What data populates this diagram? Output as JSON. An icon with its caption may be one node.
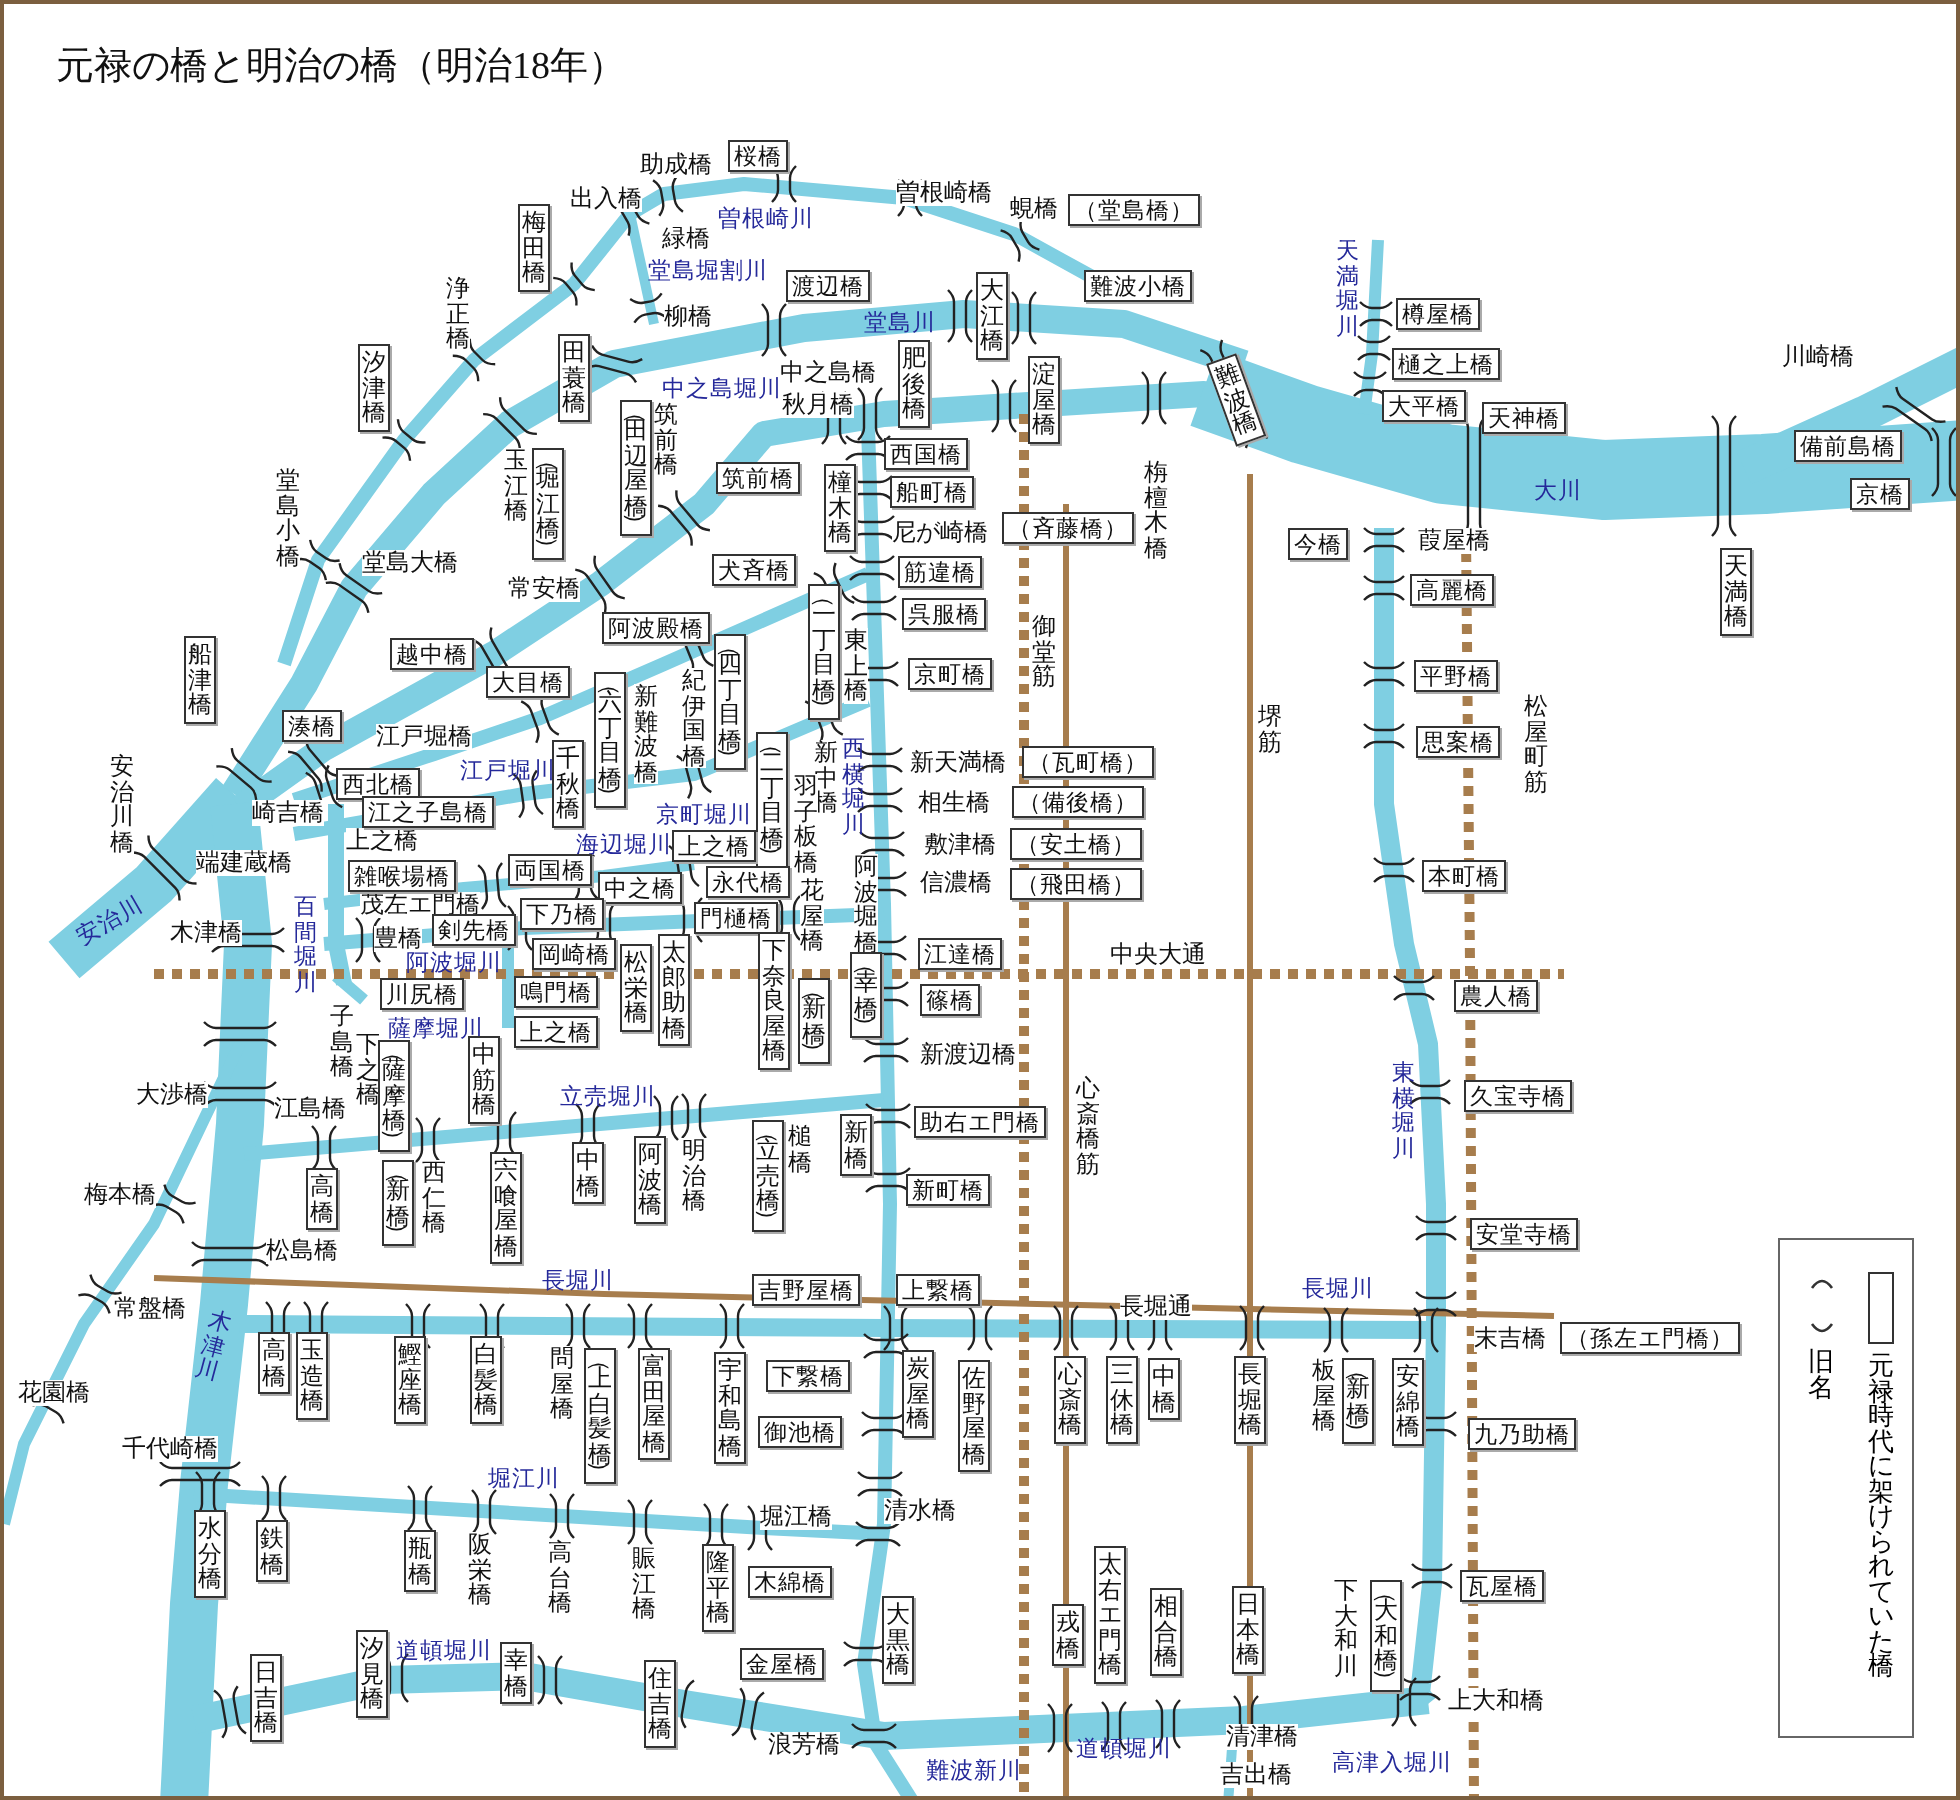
{
  "diagram": {
    "title": "元禄の橋と明治の橋（明治18年）",
    "nodes": [
      {
        "text": [
          "桜橋"
        ]
      },
      {
        "text": [
          "（堂島橋）"
        ]
      },
      {
        "text": [
          "梅田橋"
        ]
      },
      {
        "text": [
          "渡辺橋"
        ]
      },
      {
        "text": [
          "大江橋"
        ]
      },
      {
        "text": [
          "難波小橋"
        ]
      },
      {
        "text": [
          "田蓑橋"
        ]
      },
      {
        "text": [
          "肥後橋"
        ]
      },
      {
        "text": [
          "汐津橋"
        ]
      },
      {
        "text": [
          "淀屋橋"
        ]
      },
      {
        "text": [
          "難波橋"
        ]
      },
      {
        "text": [
          "（田辺屋橋）"
        ]
      },
      {
        "text": [
          "西国橋"
        ]
      },
      {
        "text": [
          "（堀江橋）"
        ]
      },
      {
        "text": [
          "筑前橋"
        ]
      },
      {
        "text": [
          "橦木橋"
        ]
      },
      {
        "text": [
          "船町橋"
        ]
      },
      {
        "text": [
          "（斉藤橋）"
        ]
      },
      {
        "text": [
          "犬斉橋"
        ]
      },
      {
        "text": [
          "筋違橋"
        ]
      },
      {
        "text": [
          "（一丁目橋）"
        ]
      },
      {
        "text": [
          "呉服橋"
        ]
      },
      {
        "text": [
          "阿波殿橋"
        ]
      },
      {
        "text": [
          "（四丁目橋）"
        ]
      },
      {
        "text": [
          "越中橋"
        ]
      },
      {
        "text": [
          "船津橋"
        ]
      },
      {
        "text": [
          "京町橋"
        ]
      },
      {
        "text": [
          "大目橋"
        ]
      },
      {
        "text": [
          "（六丁目橋）"
        ]
      },
      {
        "text": [
          "湊橋"
        ]
      },
      {
        "text": [
          "千秋橋"
        ]
      },
      {
        "text": [
          "（二丁目橋）"
        ]
      },
      {
        "text": [
          "（瓦町橋）"
        ]
      },
      {
        "text": [
          "西北橋"
        ]
      },
      {
        "text": [
          "（備後橋）"
        ]
      },
      {
        "text": [
          "江之子島橋"
        ]
      },
      {
        "text": [
          "（安土橋）"
        ]
      },
      {
        "text": [
          "上之橋"
        ]
      },
      {
        "text": [
          "雑喉場橋"
        ]
      },
      {
        "text": [
          "両国橋"
        ]
      },
      {
        "text": [
          "中之橋"
        ]
      },
      {
        "text": [
          "永代橋"
        ]
      },
      {
        "text": [
          "（飛田橋）"
        ]
      },
      {
        "text": [
          "下乃橋"
        ]
      },
      {
        "text": [
          "門樋橋"
        ]
      },
      {
        "text": [
          "剣先橋"
        ]
      },
      {
        "text": [
          "岡崎橋"
        ]
      },
      {
        "text": [
          "松栄橋"
        ]
      },
      {
        "text": [
          "太郎助橋"
        ]
      },
      {
        "text": [
          "下奈良屋橋"
        ]
      },
      {
        "text": [
          "（幸橋）"
        ]
      },
      {
        "text": [
          "江達橋"
        ]
      },
      {
        "text": [
          "川尻橋"
        ]
      },
      {
        "text": [
          "鳴門橋"
        ]
      },
      {
        "text": [
          "（新橋）"
        ]
      },
      {
        "text": [
          "篠橋"
        ]
      },
      {
        "text": [
          "上之橋"
        ]
      },
      {
        "text": [
          "（薩摩橋）"
        ]
      },
      {
        "text": [
          "中筋橋"
        ]
      },
      {
        "text": [
          "助右エ門橋"
        ]
      },
      {
        "text": [
          "（立売橋）"
        ]
      },
      {
        "text": [
          "新橋"
        ]
      },
      {
        "text": [
          "中橋"
        ]
      },
      {
        "text": [
          "阿波橋"
        ]
      },
      {
        "text": [
          "宍喰屋橋"
        ]
      },
      {
        "text": [
          "（新橋）"
        ]
      },
      {
        "text": [
          "高橋"
        ]
      },
      {
        "text": [
          "新町橋"
        ]
      },
      {
        "text": [
          "吉野屋橋"
        ]
      },
      {
        "text": [
          "上繋橋"
        ]
      },
      {
        "text": [
          "（孫左エ門橋）"
        ]
      },
      {
        "text": [
          "高橋"
        ]
      },
      {
        "text": [
          "玉造橋"
        ]
      },
      {
        "text": [
          "鰹座橋"
        ]
      },
      {
        "text": [
          "白髪橋"
        ]
      },
      {
        "text": [
          "（上白髪橋）"
        ]
      },
      {
        "text": [
          "富田屋橋"
        ]
      },
      {
        "text": [
          "宇和島橋"
        ]
      },
      {
        "text": [
          "下繋橋"
        ]
      },
      {
        "text": [
          "炭屋橋"
        ]
      },
      {
        "text": [
          "佐野屋橋"
        ]
      },
      {
        "text": [
          "心斎橋"
        ]
      },
      {
        "text": [
          "三休橋"
        ]
      },
      {
        "text": [
          "中橋"
        ]
      },
      {
        "text": [
          "長堀橋"
        ]
      },
      {
        "text": [
          "（新橋）"
        ]
      },
      {
        "text": [
          "安綿橋"
        ]
      },
      {
        "text": [
          "御池橋"
        ]
      },
      {
        "text": [
          "九乃助橋"
        ]
      },
      {
        "text": [
          "水分橋"
        ]
      },
      {
        "text": [
          "鉄橋"
        ]
      },
      {
        "text": [
          "瓶橋"
        ]
      },
      {
        "text": [
          "隆平橋"
        ]
      },
      {
        "text": [
          "太右エ門橋"
        ]
      },
      {
        "text": [
          "木綿橋"
        ]
      },
      {
        "text": [
          "瓦屋橋"
        ]
      },
      {
        "text": [
          "（大和橋）"
        ]
      },
      {
        "text": [
          "日本橋"
        ]
      },
      {
        "text": [
          "相合橋"
        ]
      },
      {
        "text": [
          "大黒橋"
        ]
      },
      {
        "text": [
          "戎橋"
        ]
      },
      {
        "text": [
          "汐見橋"
        ]
      },
      {
        "text": [
          "幸橋"
        ]
      },
      {
        "text": [
          "金屋橋"
        ]
      },
      {
        "text": [
          "日吉橋"
        ]
      },
      {
        "text": [
          "住吉橋"
        ]
      },
      {
        "text": [
          "樽屋橋"
        ]
      },
      {
        "text": [
          "樋之上橋"
        ]
      },
      {
        "text": [
          "大平橋"
        ]
      },
      {
        "text": [
          "天神橋"
        ]
      },
      {
        "text": [
          "備前島橋"
        ]
      },
      {
        "text": [
          "京橋"
        ]
      },
      {
        "text": [
          "今橋"
        ]
      },
      {
        "text": [
          "高麗橋"
        ]
      },
      {
        "text": [
          "天満橋"
        ]
      },
      {
        "text": [
          "平野橋"
        ]
      },
      {
        "text": [
          "思案橋"
        ]
      },
      {
        "text": [
          "本町橋"
        ]
      },
      {
        "text": [
          "農人橋"
        ]
      },
      {
        "text": [
          "久宝寺橋"
        ]
      },
      {
        "text": [
          "安堂寺橋"
        ]
      }
    ],
    "labels": [
      "助成橋",
      "出入橋",
      "曽根崎橋",
      "蜆橋",
      "曽根崎川",
      "緑橋",
      "天満堀川",
      "堂島堀割川",
      "浄正橋",
      "柳橋",
      "堂島川",
      "川崎橋",
      "中之島橋",
      "中之島堀川",
      "秋月橋",
      "筑前橋",
      "玉江橋",
      "栴檀木橋",
      "堂島小橋",
      "大川",
      "尼が崎橋",
      "葭屋橋",
      "堂島大橋",
      "常安橋",
      "御堂筋",
      "東上橋",
      "紀伊国橋",
      "新難波橋",
      "安治川橋",
      "堺筋",
      "松屋町筋",
      "江戸堀橋",
      "新中橋",
      "西横堀川",
      "新天満橋",
      "江戸堀川",
      "羽子板橋",
      "相生橋",
      "崎吉橋",
      "京町堀川",
      "敷津橋",
      "上之橋",
      "端建蔵橋",
      "海辺堀川",
      "阿波堀橋",
      "信濃橋",
      "花屋橋",
      "百間堀川",
      "茂左エ門橋",
      "木津橋",
      "安治川",
      "豊橋",
      "中央大通",
      "阿波堀川",
      "子島橋",
      "薩摩堀川",
      "下之橋",
      "新渡辺橋",
      "心斎橋筋",
      "東横堀川",
      "立売堀川",
      "大渉橋",
      "江島橋",
      "明治橋",
      "槌橋",
      "西仁橋",
      "梅本橋",
      "松島橋",
      "長堀川",
      "長堀通",
      "長堀川",
      "常盤橋",
      "末吉橋",
      "木津川",
      "問屋橋",
      "板屋橋",
      "花園橋",
      "千代崎橋",
      "堀江川",
      "清水橋",
      "堀江橋",
      "阪栄橋",
      "高台橋",
      "賑江橋",
      "下大和川",
      "道頓堀川",
      "上大和橋",
      "浪芳橋",
      "道頓堀川",
      "清津橋",
      "難波新川",
      "高津入堀川",
      "吉出橋"
    ],
    "legend": [
      {
        "text": "旧名"
      },
      {
        "text": "元禄時代に架けられていた橋"
      }
    ]
  }
}
